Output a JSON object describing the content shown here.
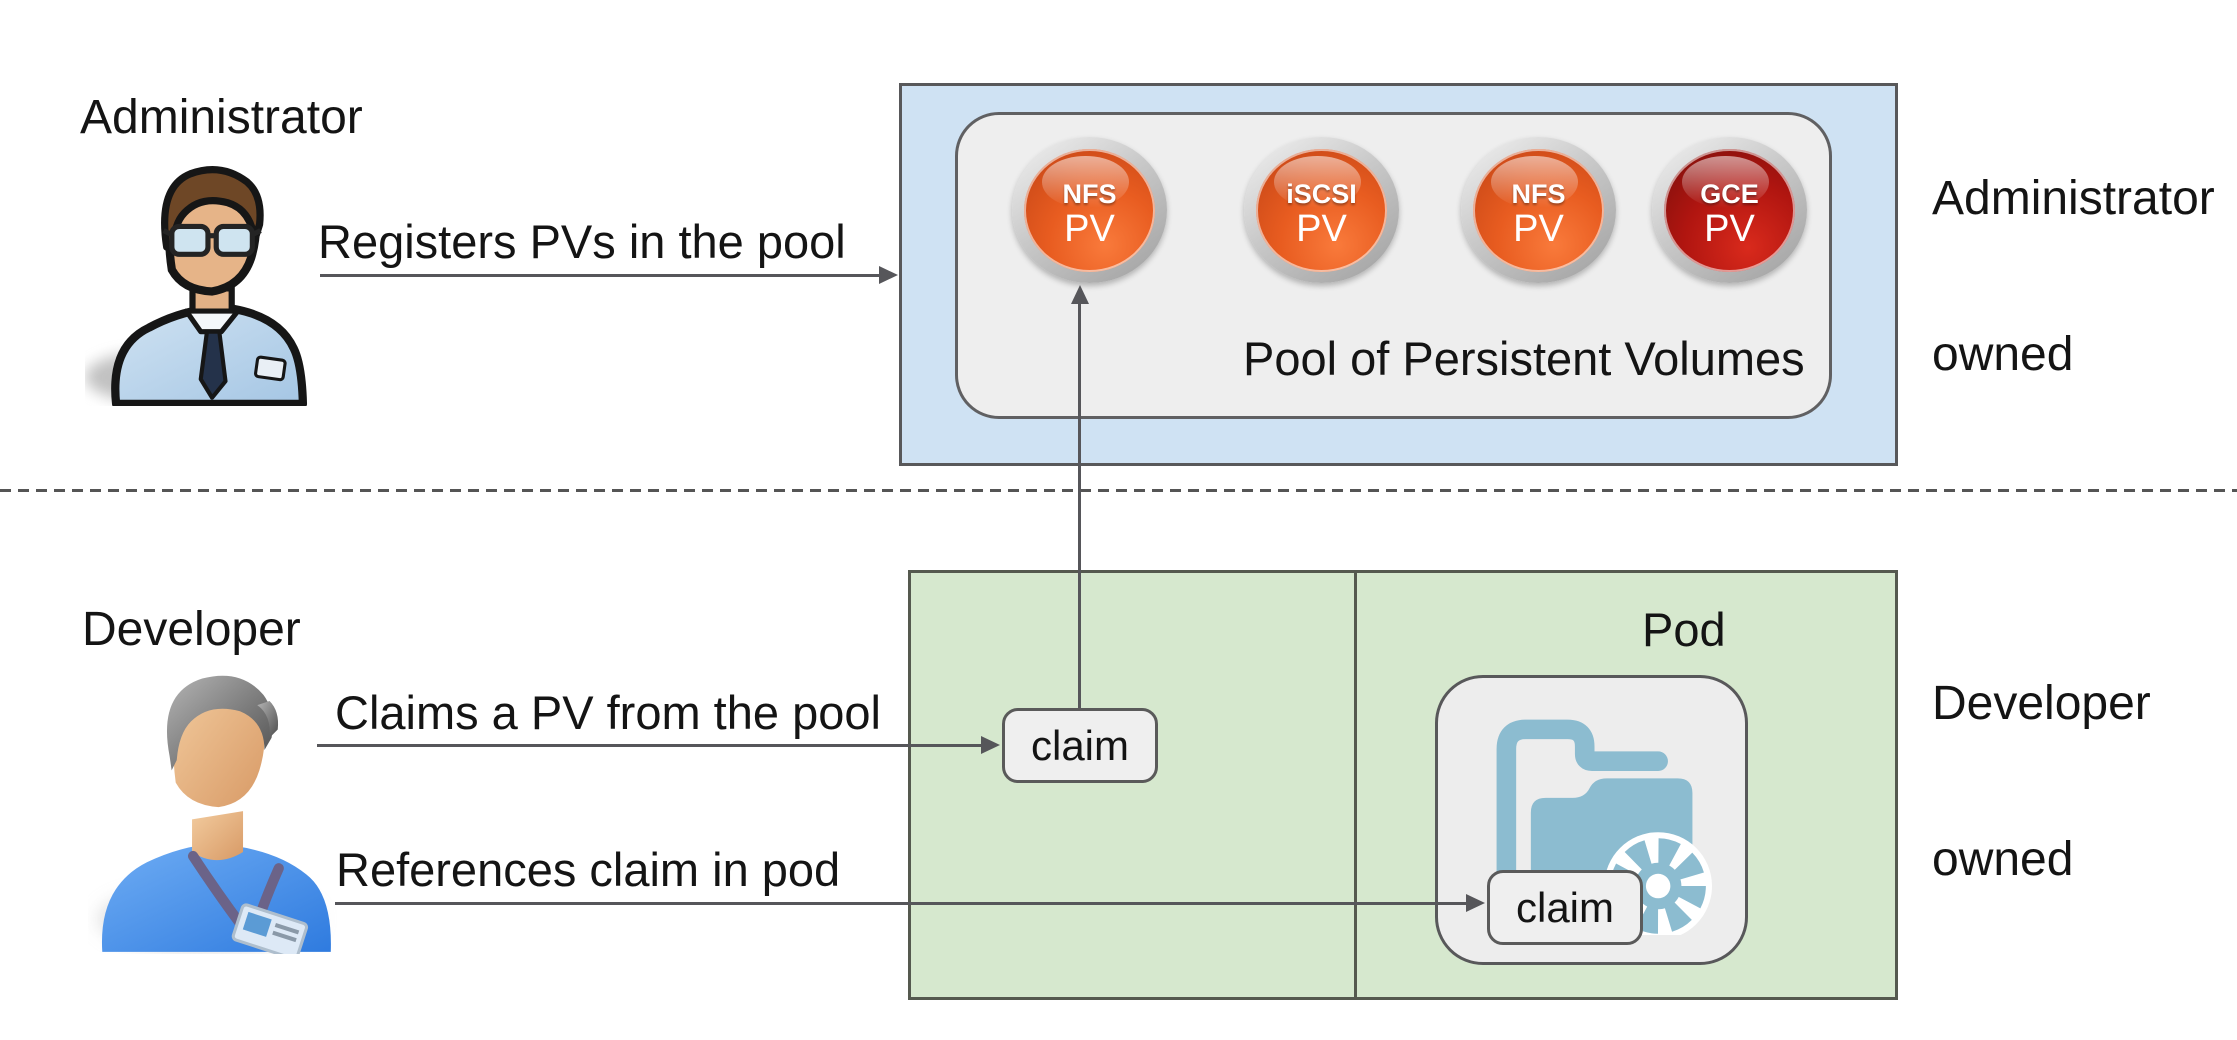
{
  "actors": {
    "administrator": {
      "label": "Administrator"
    },
    "developer": {
      "label": "Developer"
    }
  },
  "zone_labels": {
    "admin": {
      "line1": "Administrator",
      "line2": "owned"
    },
    "dev": {
      "line1": "Developer",
      "line2": "owned"
    }
  },
  "arrows": {
    "register": {
      "label": "Registers PVs in the pool"
    },
    "claim": {
      "label": "Claims a PV from the pool"
    },
    "reference": {
      "label": "References claim in pod"
    }
  },
  "pool": {
    "title": "Pool of Persistent Volumes",
    "volumes": [
      {
        "type": "NFS",
        "sub": "PV",
        "color": "orange"
      },
      {
        "type": "iSCSI",
        "sub": "PV",
        "color": "orange"
      },
      {
        "type": "NFS",
        "sub": "PV",
        "color": "orange"
      },
      {
        "type": "GCE",
        "sub": "PV",
        "color": "red"
      }
    ]
  },
  "developer_area": {
    "claim_label": "claim",
    "pod": {
      "label": "Pod",
      "claim_label": "claim"
    }
  },
  "colors": {
    "blue_zone": "#cfe2f3",
    "green_zone": "#d6e8ce",
    "panel_gray": "#eeeeee",
    "pv_orange": "#e85c20",
    "pv_red": "#b01510",
    "folder_blue": "#8cbcd0"
  }
}
